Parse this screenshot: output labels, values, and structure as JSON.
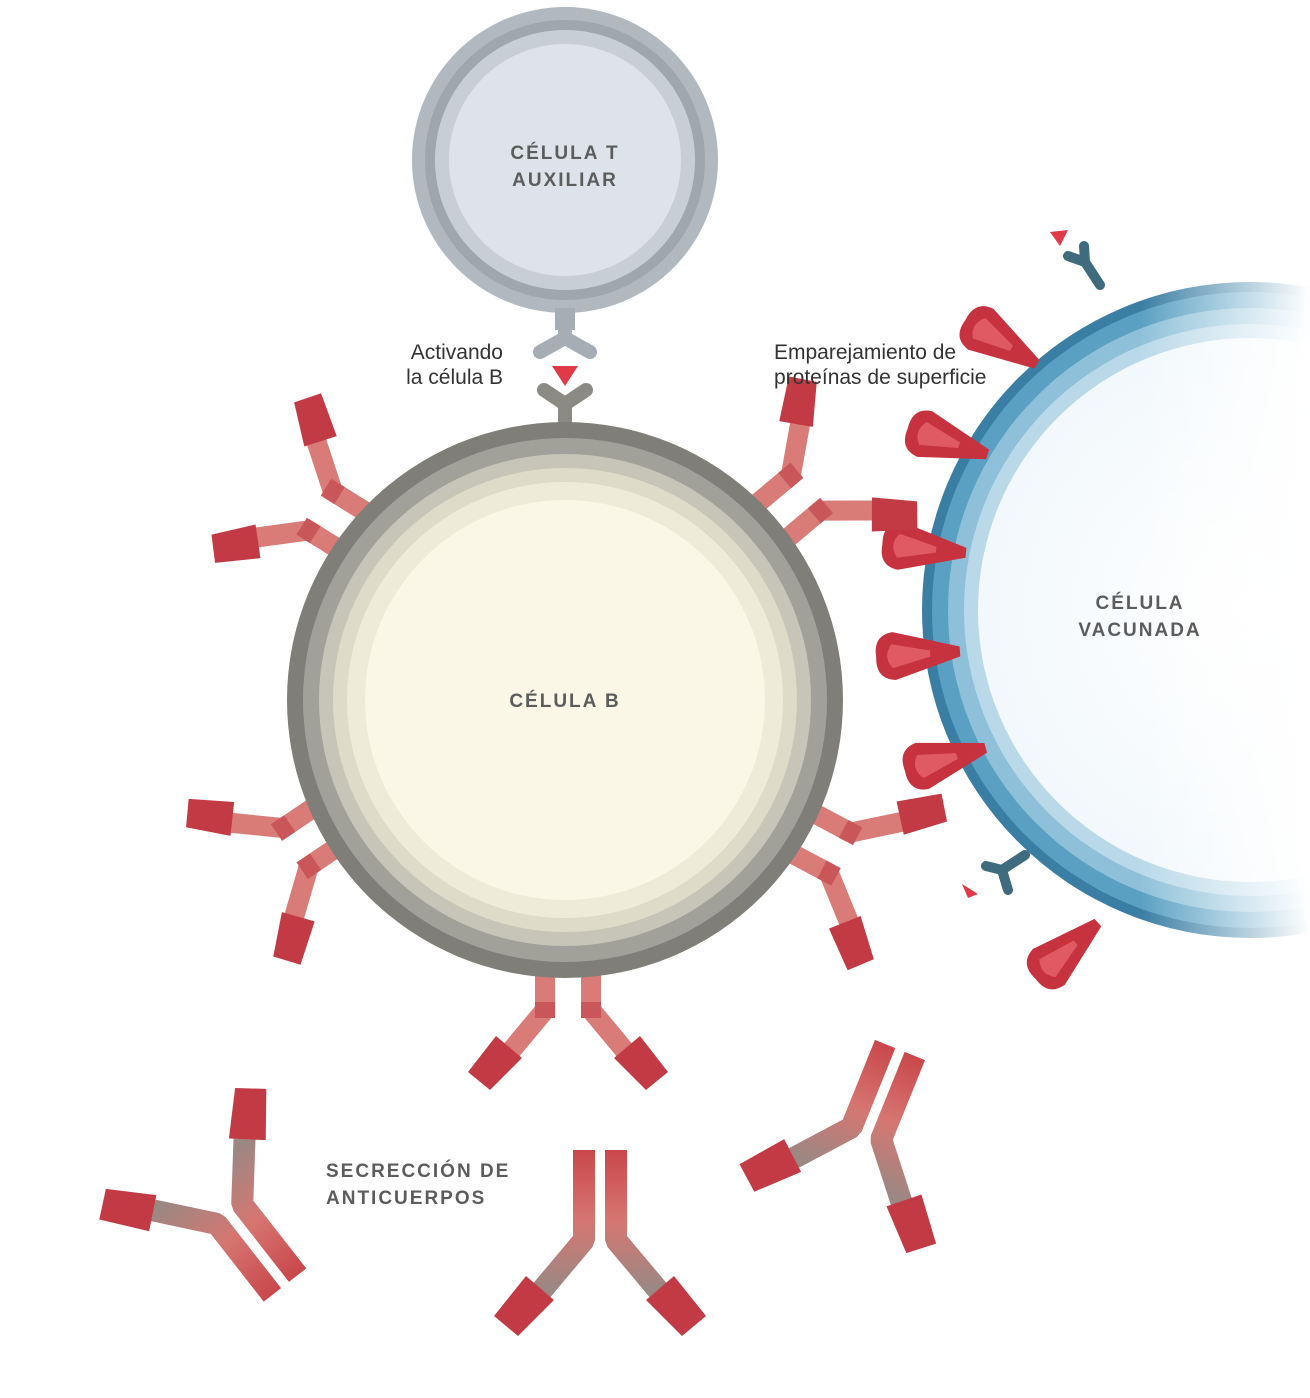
{
  "labels": {
    "t_cell_line1": "CÉLULA T",
    "t_cell_line2": "AUXILIAR",
    "activating_line1": "Activando",
    "activating_line2": "la célula B",
    "matching_line1": "Emparejamiento de",
    "matching_line2": "proteínas de superficie",
    "b_cell": "CÉLULA B",
    "vaccinated_line1": "CÉLULA",
    "vaccinated_line2": "VACUNADA",
    "secretion_line1": "SECRECCIÓN DE",
    "secretion_line2": "ANTICUERPOS"
  },
  "colors": {
    "antibody_red": "#c23a44",
    "antibody_pink": "#d97b77",
    "antibody_gray": "#9c8a85",
    "b_cell_core": "#faf7e6",
    "b_cell_shell": "#8b8a84",
    "t_cell_core": "#dfe4e9",
    "t_cell_shell": "#a7adb4",
    "vaccinated_cell_blue": "#3d8fb3",
    "spike_red": "#c7323f",
    "receptor_teal": "#3f6b7f"
  }
}
